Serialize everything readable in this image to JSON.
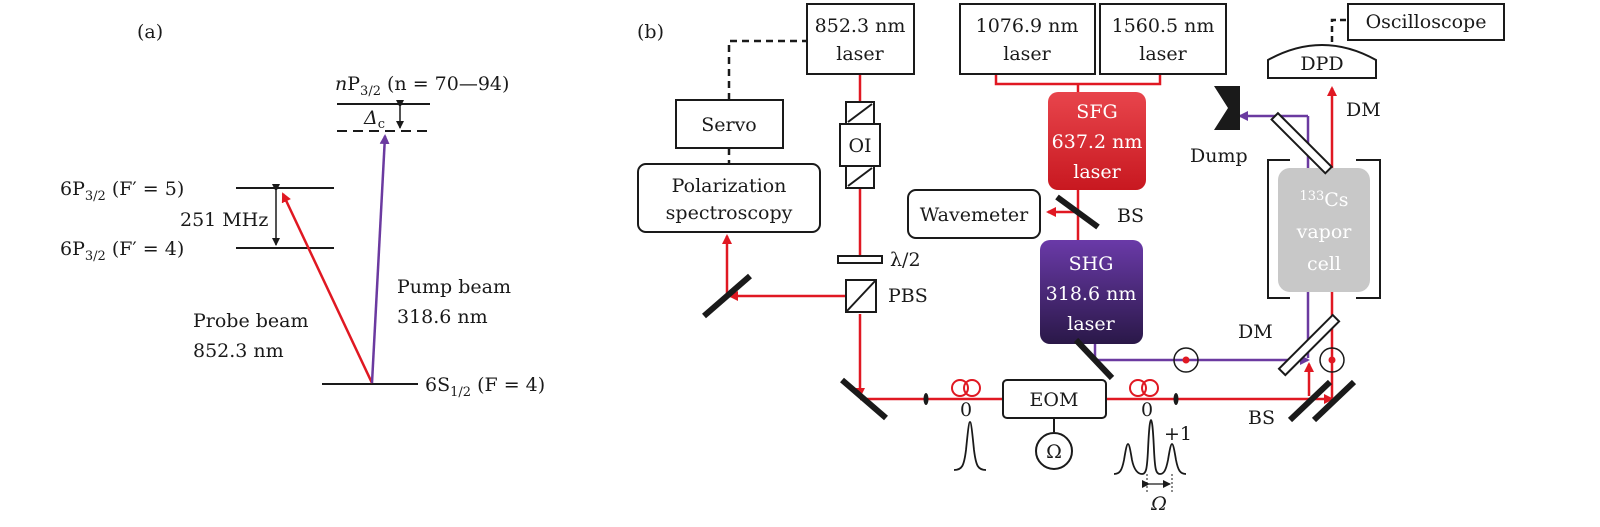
{
  "panel_a": {
    "tag": "(a)",
    "levels": {
      "ryd_n": "n",
      "ryd_P": "P",
      "ryd_sub": "3/2",
      "ryd_cond": " (n = 70—94)",
      "delta_sym": "Δ",
      "delta_sub": "c",
      "e5_pre": "6P",
      "e5_sub": "3/2",
      "e5_post": " (F′ = 5)",
      "e4_pre": "6P",
      "e4_sub": "3/2",
      "e4_post": " (F′ = 4)",
      "hfs": "251 MHz",
      "g_pre": "6S",
      "g_sub": "1/2",
      "g_post": " (F = 4)"
    },
    "pump_line1": "Pump beam",
    "pump_line2": "318.6 nm",
    "probe_line1": "Probe beam",
    "probe_line2": "852.3 nm"
  },
  "panel_b": {
    "tag": "(b)",
    "laser852_l1": "852.3 nm",
    "laser852_l2": "laser",
    "laser1076_l1": "1076.9 nm",
    "laser1076_l2": "laser",
    "laser1560_l1": "1560.5 nm",
    "laser1560_l2": "laser",
    "oscilloscope": "Oscilloscope",
    "dpd": "DPD",
    "dm_top": "DM",
    "dump": "Dump",
    "servo": "Servo",
    "oi": "OI",
    "pol_l1": "Polarization",
    "pol_l2": "spectroscopy",
    "sfg_l1": "SFG",
    "sfg_l2": "637.2 nm",
    "sfg_l3": "laser",
    "wavemeter": "Wavemeter",
    "bs_mid": "BS",
    "cell_iso": "133",
    "cell_l1": "Cs",
    "cell_l2": "vapor",
    "cell_l3": "cell",
    "halfwave": "λ/2",
    "pbs": "PBS",
    "shg_l1": "SHG",
    "shg_l2": "318.6 nm",
    "shg_l3": "laser",
    "dm_bottom": "DM",
    "eom": "EOM",
    "zero1": "0",
    "zero2": "0",
    "plus1": "+1",
    "omega_circle": "Ω",
    "omega_spacing": "Ω",
    "bs_bottom": "BS"
  },
  "colors": {
    "probe": "#e01822",
    "pump": "#6b3aa0",
    "sfg_fill": "#e0303a",
    "shg_fill": "#4a2a7a",
    "cell_fill": "#c8c8c8"
  }
}
